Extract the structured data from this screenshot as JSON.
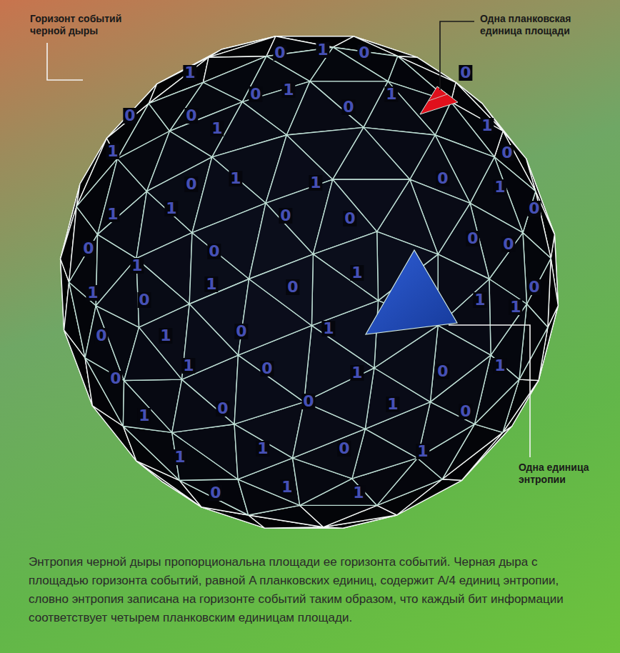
{
  "diagram": {
    "caption": "Энтропия черной дыры пропорциональна площади ее горизонта событий. Черная дыра с площадью горизонта событий, равной A планковских единиц, содержит A/4 единиц энтропии, словно энтропия записана на горизонте событий таким образом, что каждый бит информации соответствует четырем планковским единицам площади.",
    "labels": [
      "Горизонт событий черной дыры",
      "Одна планковская единица площади",
      "Одна единица энтропии",
      "0",
      "1",
      "0",
      "1",
      "0",
      "0",
      "1",
      "0",
      "1",
      "0",
      "0",
      "1",
      "1",
      "1",
      "0",
      "0",
      "1",
      "1",
      "0",
      "1",
      "1",
      "1",
      "0",
      "0",
      "0",
      "0",
      "1",
      "0",
      "0",
      "0",
      "1",
      "0",
      "1",
      "0",
      "1",
      "0",
      "0",
      "1",
      "0",
      "1",
      "1",
      "1",
      "0",
      "1",
      "0",
      "1",
      "0",
      "1",
      "1",
      "0",
      "0",
      "1",
      "0",
      "1",
      "1",
      "0",
      "1",
      "0",
      "1",
      "1"
    ]
  }
}
